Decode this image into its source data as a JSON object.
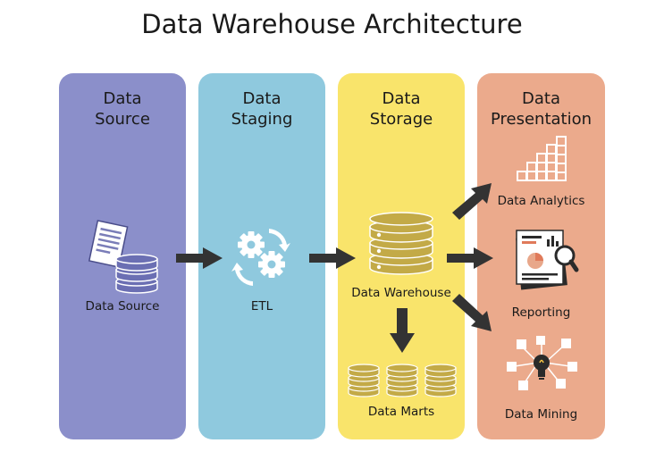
{
  "title": "Data Warehouse Architecture",
  "columns": [
    {
      "line1": "Data",
      "line2": "Source",
      "color": "#8b8fca"
    },
    {
      "line1": "Data",
      "line2": "Staging",
      "color": "#8fc9de"
    },
    {
      "line1": "Data",
      "line2": "Storage",
      "color": "#f9e46b"
    },
    {
      "line1": "Data",
      "line2": "Presentation",
      "color": "#ebaa8c"
    }
  ],
  "nodes": {
    "data_source": "Data Source",
    "etl": "ETL",
    "data_warehouse": "Data Warehouse",
    "data_marts": "Data Marts",
    "data_analytics": "Data Analytics",
    "reporting": "Reporting",
    "data_mining": "Data Mining"
  },
  "icons": [
    "document-icon",
    "database-icon",
    "gears-icon",
    "database-icon",
    "bar-chart-icon",
    "report-icon",
    "lightbulb-network-icon"
  ],
  "colors": {
    "arrow": "#333333",
    "db_olive": "#c3aa47",
    "db_purple": "#6b6fb3"
  }
}
